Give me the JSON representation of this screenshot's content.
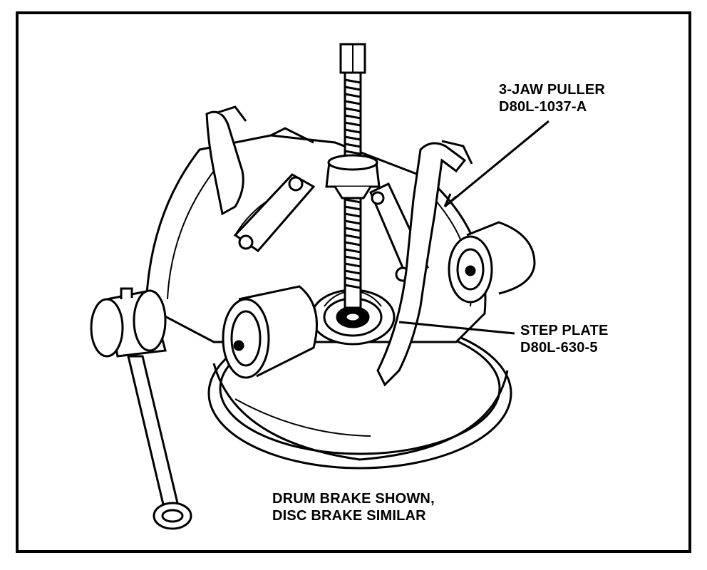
{
  "callouts": {
    "puller": {
      "name": "3-JAW PULLER",
      "part": "D80L-1037-A"
    },
    "step_plate": {
      "name": "STEP PLATE",
      "part": "D80L-630-5"
    }
  },
  "caption": {
    "line1": "DRUM BRAKE SHOWN,",
    "line2": "DISC BRAKE SIMILAR"
  },
  "colors": {
    "ink": "#000000",
    "paper": "#ffffff"
  }
}
